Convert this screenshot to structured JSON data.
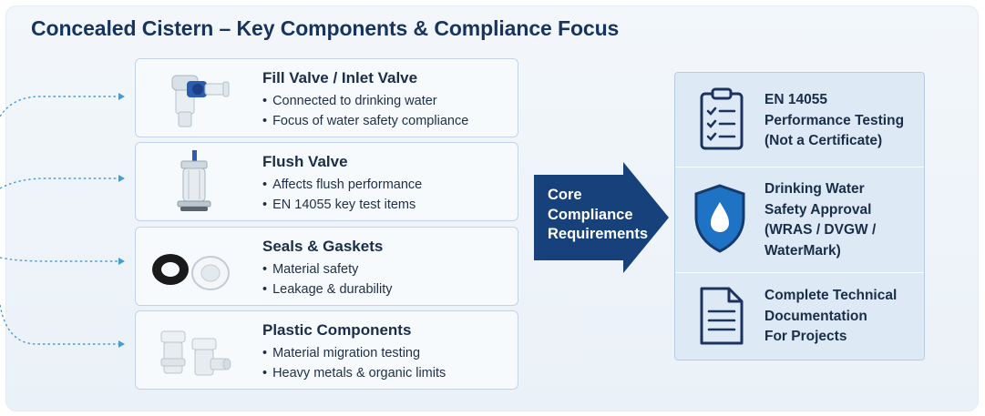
{
  "title": "Concealed Cistern – Key Components & Compliance Focus",
  "components": [
    {
      "heading": "Fill Valve / Inlet Valve",
      "bullets": [
        "Connected to drinking water",
        "Focus of water safety compliance"
      ],
      "icon": "fill-valve-image"
    },
    {
      "heading": "Flush Valve",
      "bullets": [
        "Affects flush performance",
        "EN 14055 key test items"
      ],
      "icon": "flush-valve-image"
    },
    {
      "heading": "Seals & Gaskets",
      "bullets": [
        "Material safety",
        "Leakage & durability"
      ],
      "icon": "seals-gaskets-image"
    },
    {
      "heading": "Plastic Components",
      "bullets": [
        "Material migration testing",
        "Heavy metals & organic limits"
      ],
      "icon": "plastic-components-image"
    }
  ],
  "arrow": {
    "lines": [
      "Core",
      "Compliance",
      "Requirements"
    ],
    "color": "#17417a"
  },
  "requirements": [
    {
      "icon": "clipboard-checklist-icon",
      "lines": [
        "EN 14055",
        "Performance Testing",
        "(Not a Certificate)"
      ]
    },
    {
      "icon": "shield-water-drop-icon",
      "lines": [
        "Drinking Water",
        "Safety Approval",
        "(WRAS / DVGW /",
        "WaterMark)"
      ]
    },
    {
      "icon": "document-icon",
      "lines": [
        "Complete Technical",
        "Documentation",
        "For Projects"
      ]
    }
  ],
  "colors": {
    "title": "#17345f",
    "connector": "#4a9ad4",
    "icon_navy": "#1c3360",
    "shield_blue": "#1f73c4",
    "card_border": "#c2d4e6",
    "requirements_bg": "#dde9f5"
  }
}
